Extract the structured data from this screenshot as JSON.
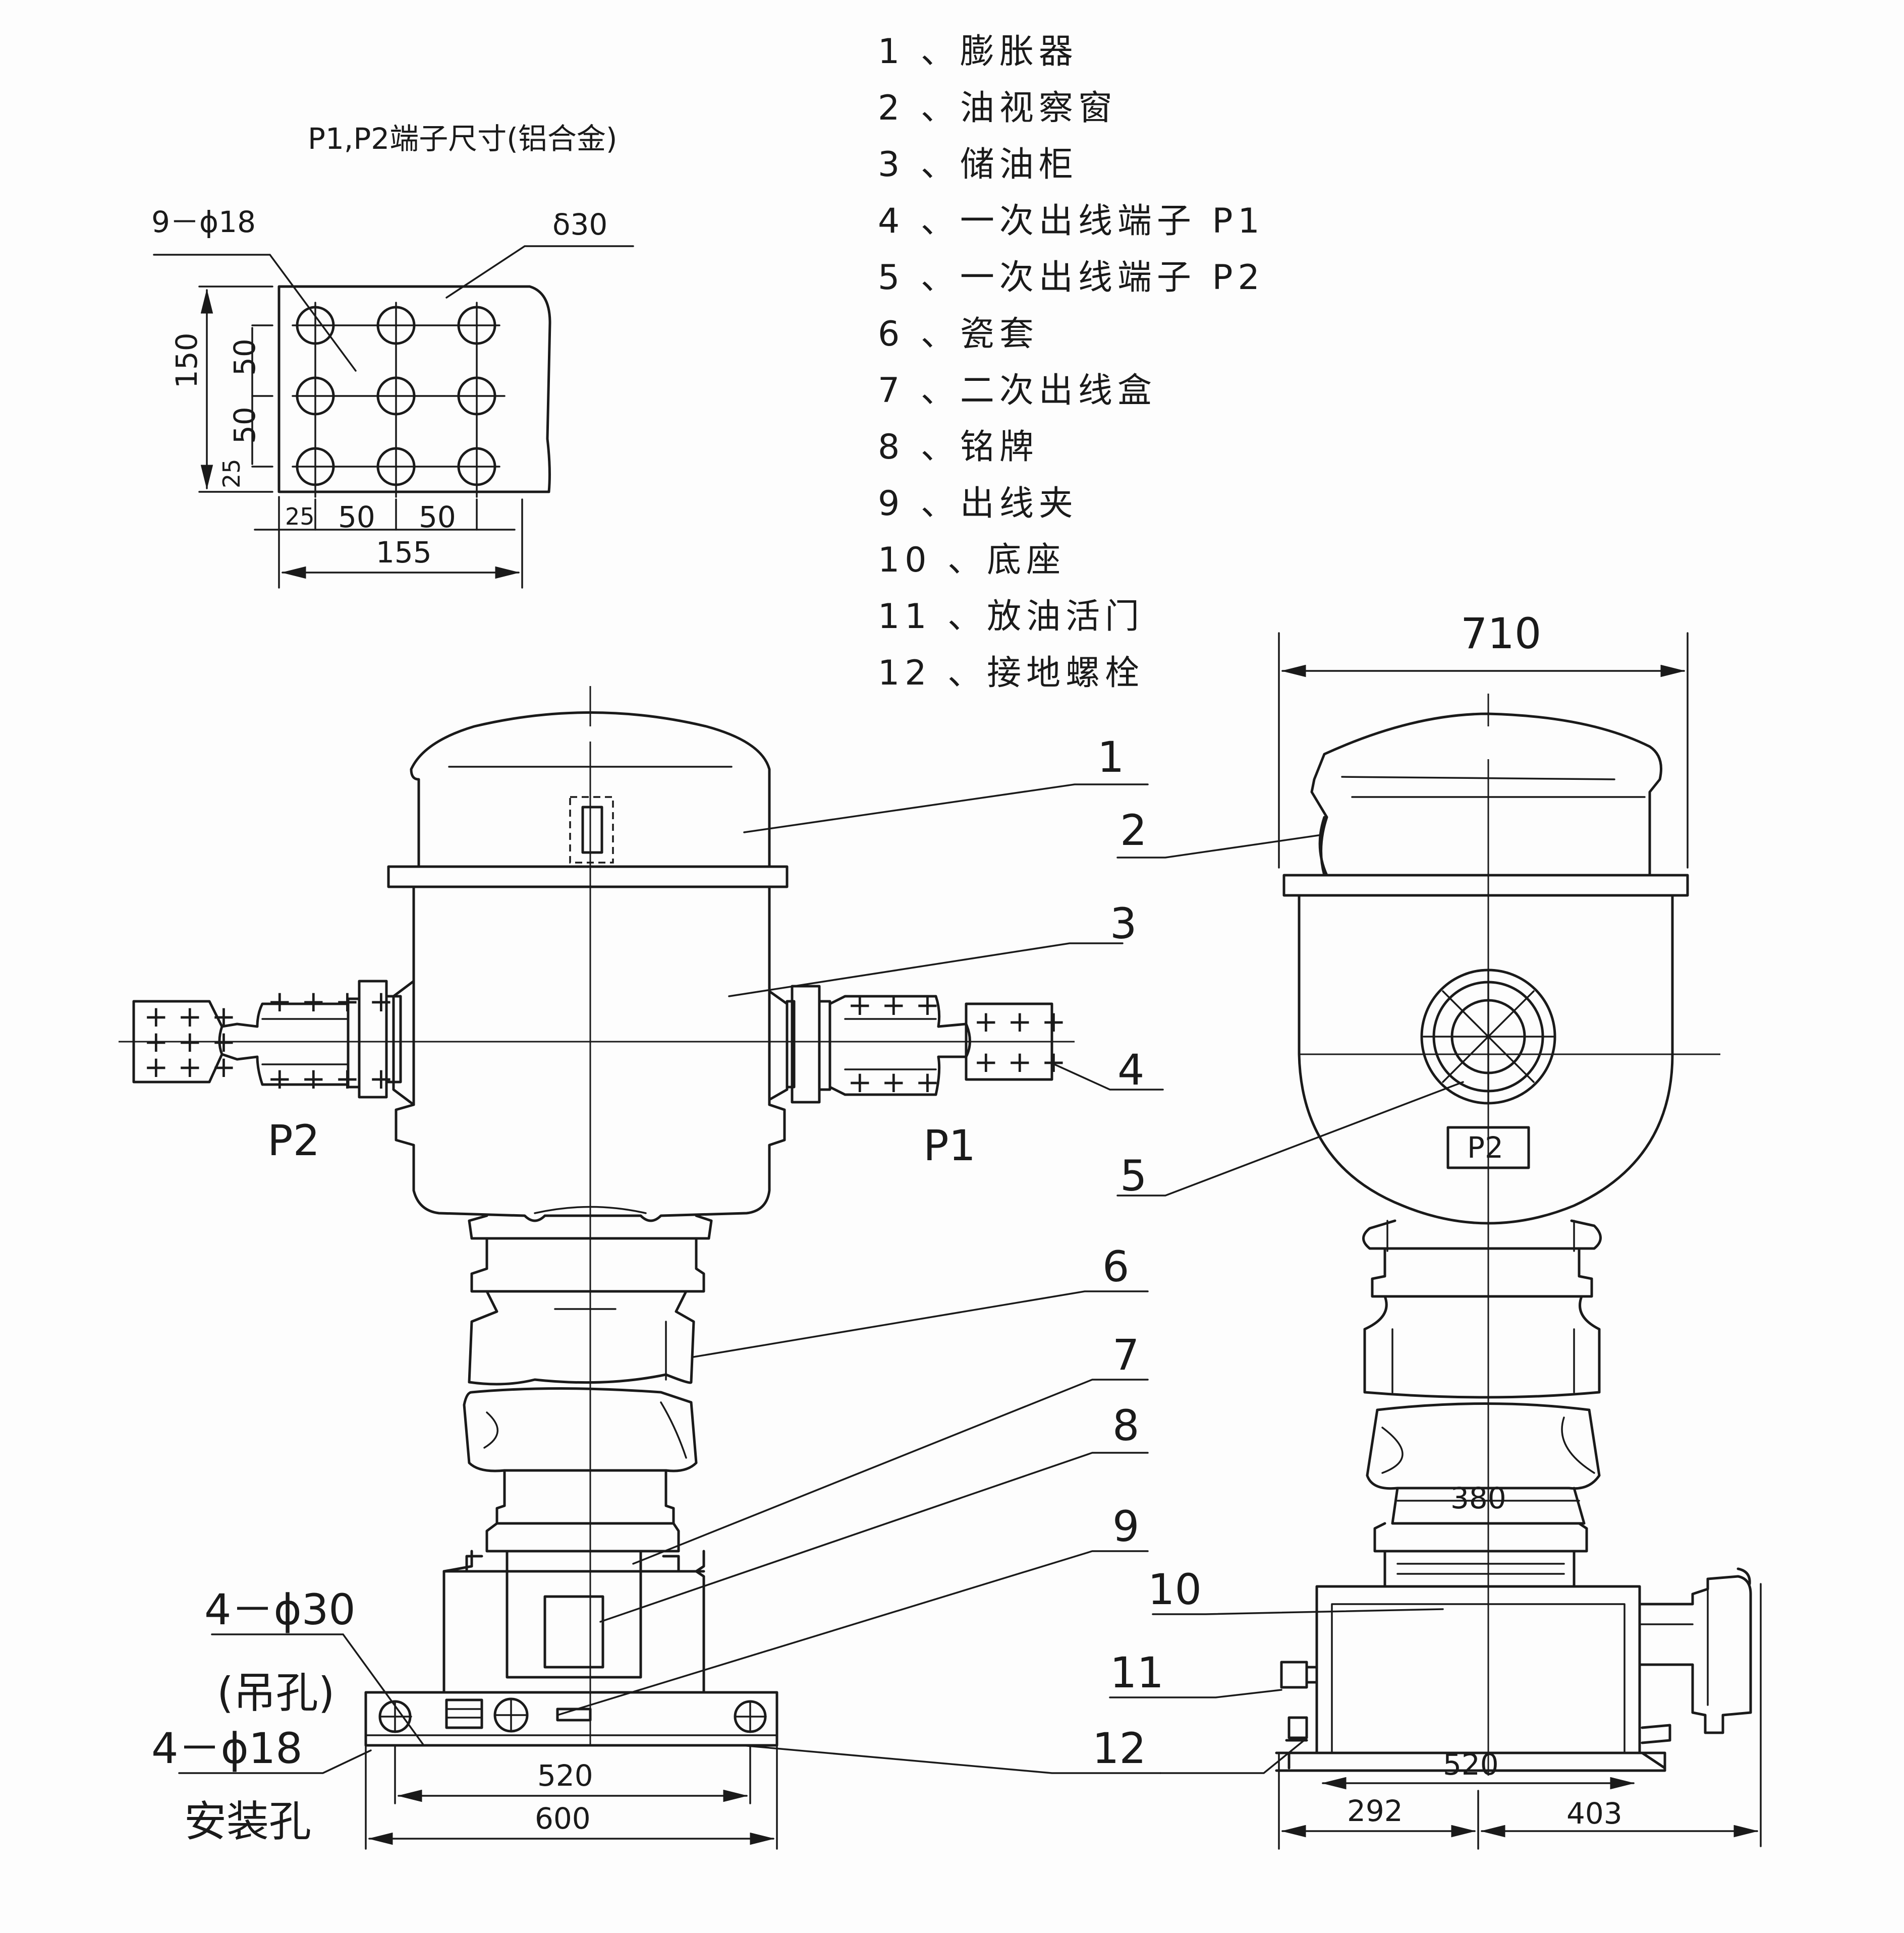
{
  "terminal_detail": {
    "title": "P1,P2端子尺寸(铝合金)",
    "hole_spec": "9－ϕ18",
    "thickness": "δ30",
    "dims": {
      "height": "150",
      "pitch_v1": "50",
      "pitch_v2": "50",
      "edge_v": "25",
      "edge_h": "25",
      "pitch_h1": "50",
      "pitch_h2": "50",
      "width": "155"
    }
  },
  "legend": [
    "1 、膨胀器",
    "2 、油视察窗",
    "3 、储油柜",
    "4 、一次出线端子 P1",
    "5 、一次出线端子 P2",
    "6 、瓷套",
    "7 、二次出线盒",
    "8 、铭牌",
    "9 、出线夹",
    "10 、底座",
    "11 、放油活门",
    "12 、接地螺栓"
  ],
  "callouts": [
    "1",
    "2",
    "3",
    "4",
    "5",
    "6",
    "7",
    "8",
    "9",
    "10",
    "11",
    "12"
  ],
  "front_view": {
    "terminal_left": "P2",
    "terminal_right": "P1",
    "lift_holes": "4－ϕ30",
    "lift_holes_note": "(吊孔)",
    "mount_holes": "4－ϕ18",
    "mount_holes_note": "安装孔",
    "dim_inner": "520",
    "dim_outer": "600"
  },
  "side_view": {
    "width_top": "710",
    "terminal_tag": "P2",
    "dim_mid": "380",
    "dim_base": "520",
    "dim_left": "292",
    "dim_right": "403"
  }
}
